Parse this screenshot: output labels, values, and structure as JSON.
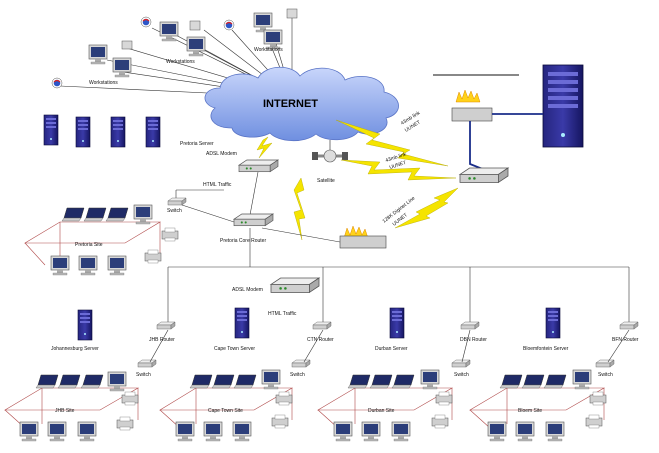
{
  "cloud": {
    "title": "INTERNET"
  },
  "top": {
    "workstations_left": "Workstations",
    "workstations_mid": "Workstations",
    "workstations_right": "Workstations"
  },
  "hq": {
    "server": "Pretoria Server",
    "adsl_modem": "ADSL Modem",
    "html_traffic": "HTML Traffic",
    "satellite": "Satellite",
    "switch": "Switch",
    "site": "Pretoria Site",
    "core_router": "Pretoria Core Router"
  },
  "links": {
    "link_a": "43mb link",
    "link_a_sub": "UUNET",
    "link_b": "43mb link",
    "link_b_sub": "UUNET",
    "link_c": "128K Diginet Line",
    "link_c_sub": "UUNET"
  },
  "mid": {
    "adsl_modem": "ADSL Modem",
    "html_traffic": "HTML Traffic"
  },
  "branches": [
    {
      "server": "Johannesburg Server",
      "router": "JHB Router",
      "switch": "Switch",
      "site": "JHB Site"
    },
    {
      "server": "Cape Town Server",
      "router": "CTN Router",
      "switch": "Switch",
      "site": "Cape Town Site"
    },
    {
      "server": "Durban Server",
      "router": "DBN Router",
      "switch": "Switch",
      "site": "Durban Site"
    },
    {
      "server": "Bloemfontein Server",
      "router": "BFN Router",
      "switch": "Switch",
      "site": "Bloem Site"
    }
  ],
  "colors": {
    "server": "#1a1a6e",
    "cloud": "#8fa8ea",
    "lightning": "#f5e400",
    "fire": "#ffd21a",
    "site_wire": "#b04a4a"
  }
}
